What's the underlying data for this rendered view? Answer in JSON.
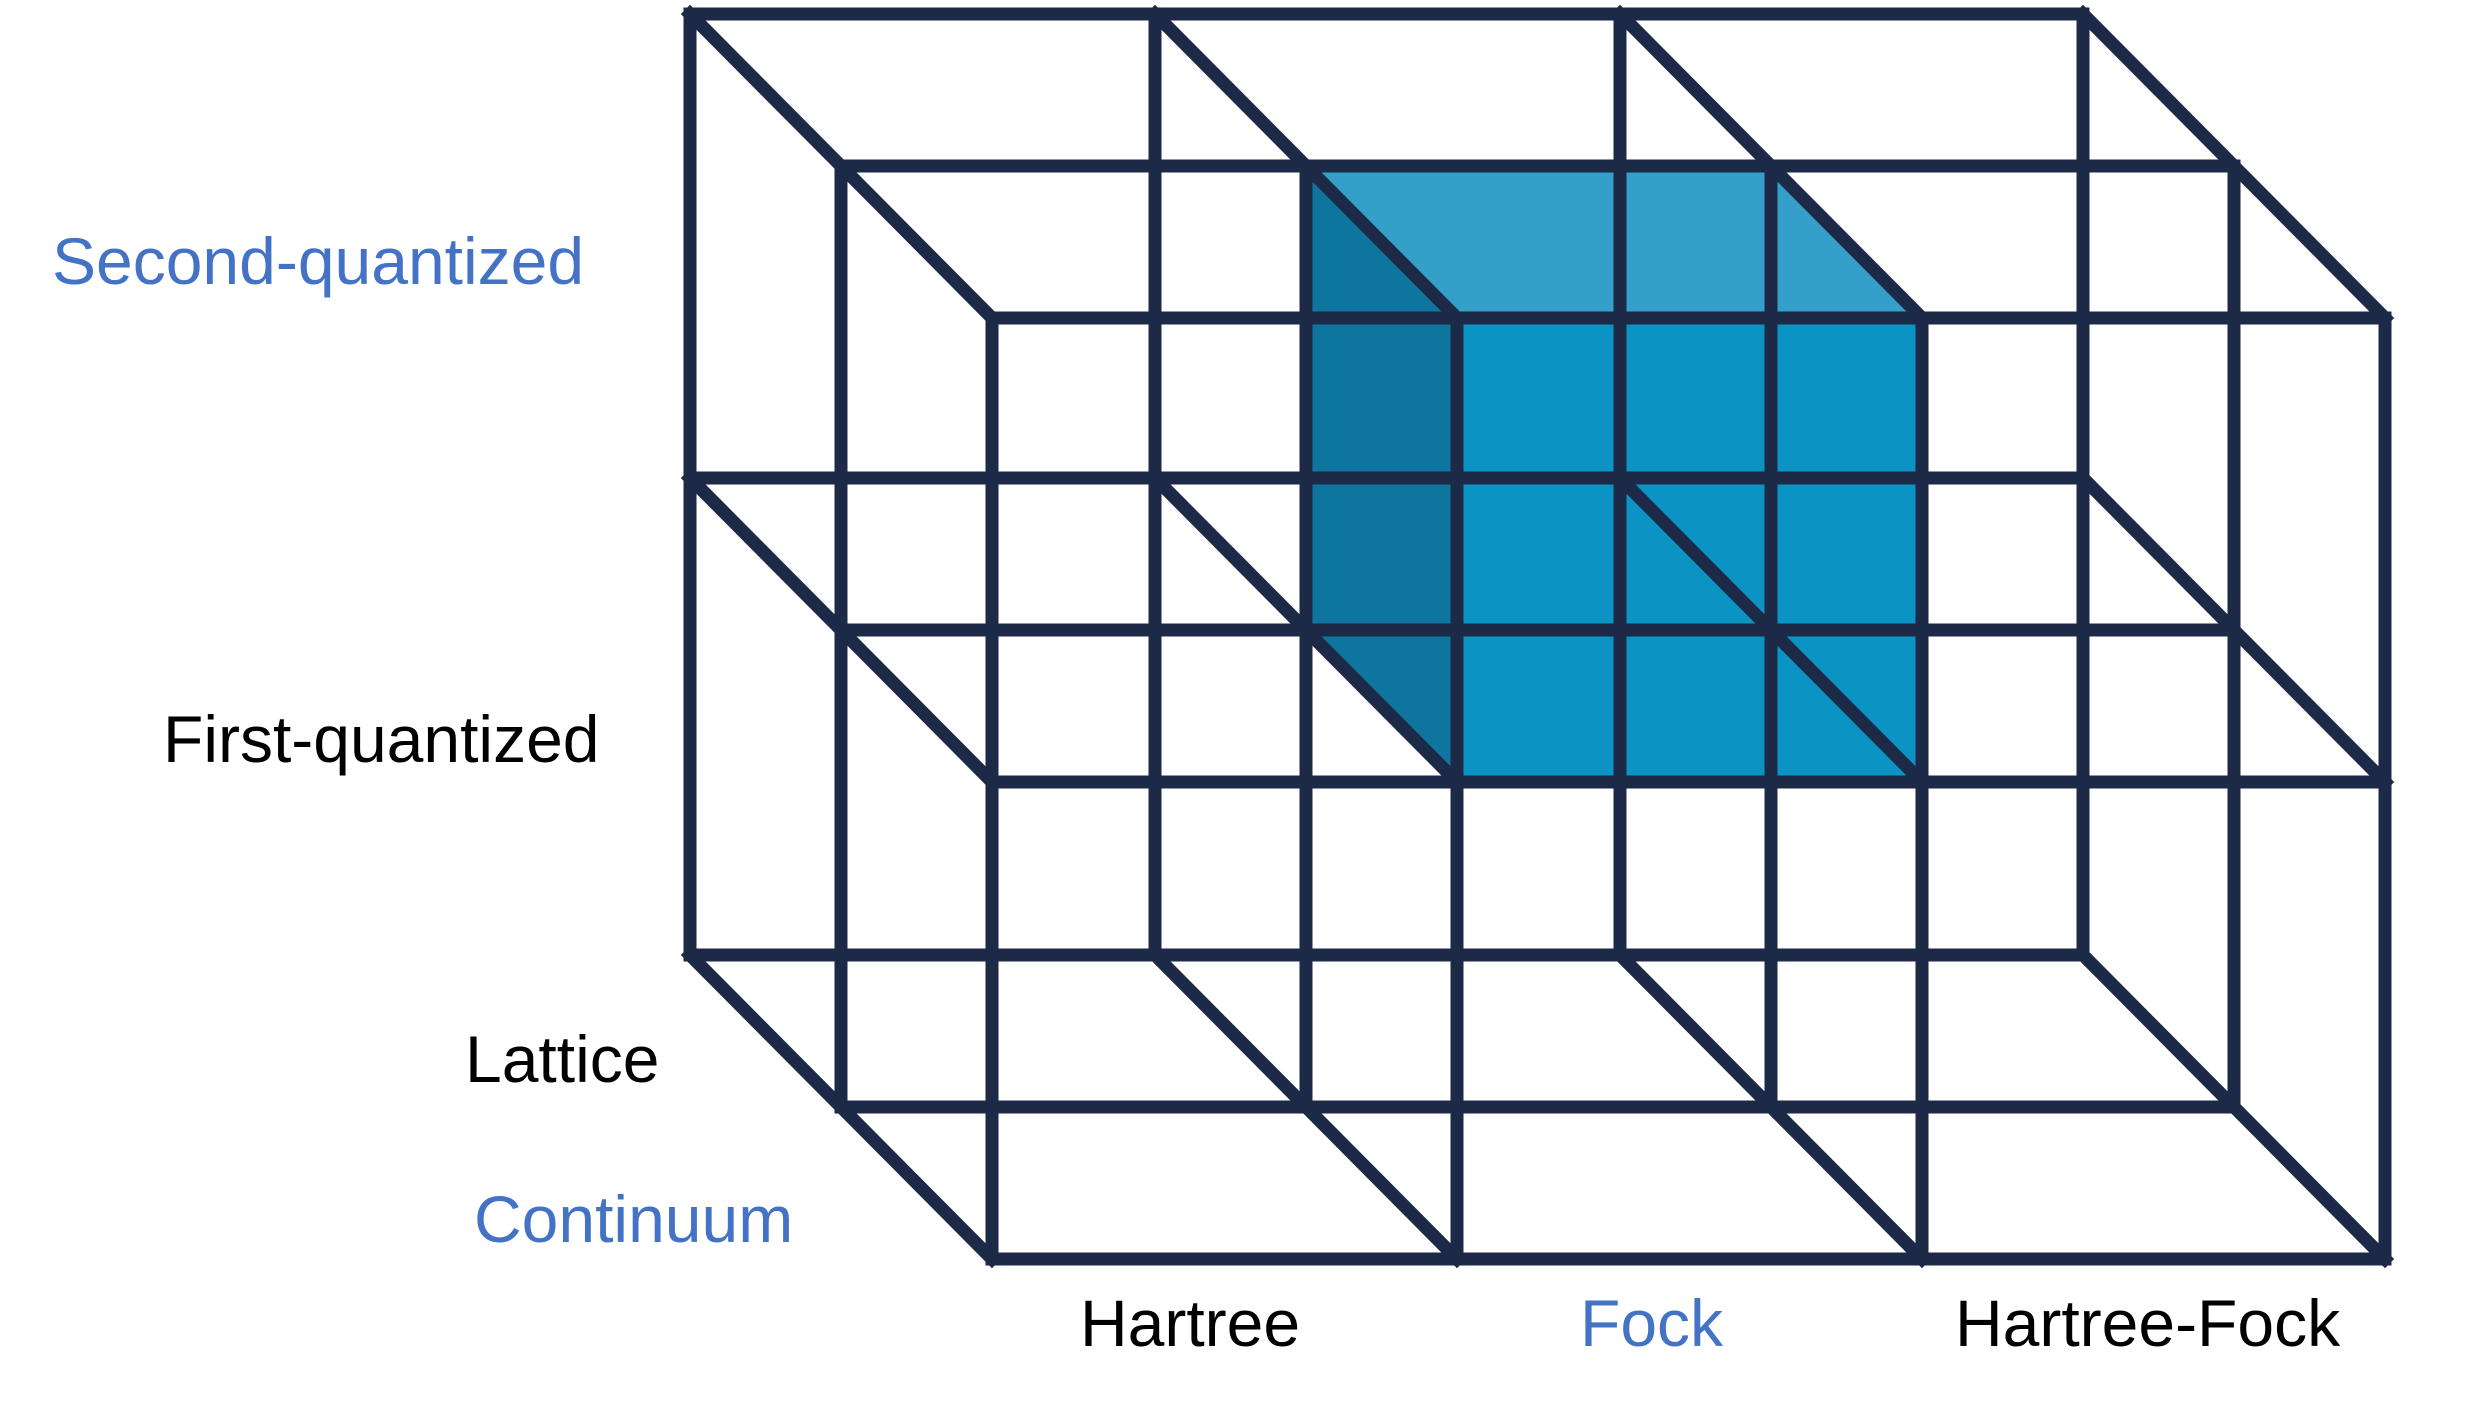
{
  "colors": {
    "grid_line": "#1c2a48",
    "highlight_top": "#349fc8",
    "highlight_front": "#0b93c4",
    "highlight_side": "#0e769e",
    "highlight_label": "#4472c4",
    "default_label": "#000000"
  },
  "axes": {
    "vertical": {
      "items": [
        {
          "label": "Second-quantized",
          "highlighted": true
        },
        {
          "label": "First-quantized",
          "highlighted": false
        }
      ]
    },
    "depth": {
      "items": [
        {
          "label": "Lattice",
          "highlighted": false
        },
        {
          "label": "Continuum",
          "highlighted": true
        }
      ]
    },
    "horizontal": {
      "items": [
        {
          "label": "Hartree",
          "highlighted": false
        },
        {
          "label": "Fock",
          "highlighted": true
        },
        {
          "label": "Hartree-Fock",
          "highlighted": false
        }
      ]
    }
  },
  "grid": {
    "columns": 3,
    "rows": 2,
    "layers": 2,
    "highlighted_cell": {
      "column": "Fock",
      "row": "Second-quantized",
      "layer": "Continuum"
    }
  }
}
